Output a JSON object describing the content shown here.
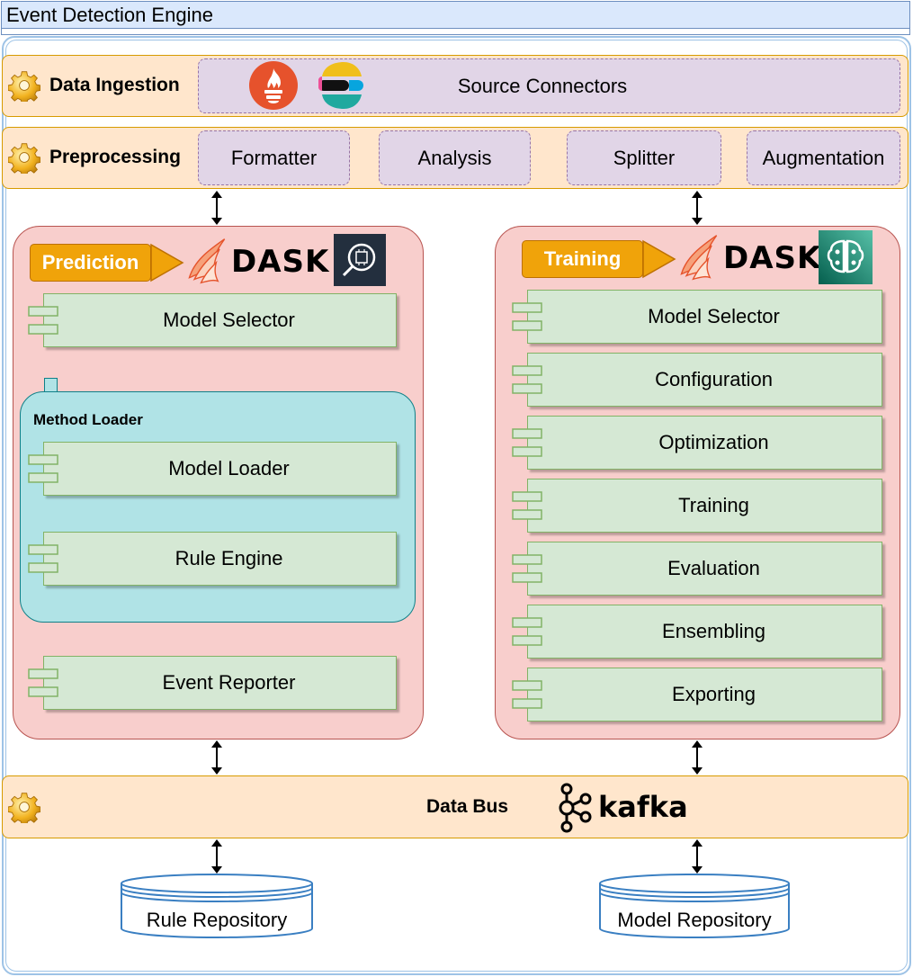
{
  "title": "Event Detection Engine",
  "ingestion": {
    "label": "Data Ingestion",
    "connectors": "Source Connectors"
  },
  "preprocessing": {
    "label": "Preprocessing",
    "steps": [
      "Formatter",
      "Analysis",
      "Splitter",
      "Augmentation"
    ]
  },
  "prediction": {
    "tag": "Prediction",
    "framework": "DASK",
    "model_selector": "Model Selector",
    "method_loader": {
      "label": "Method Loader",
      "model_loader": "Model Loader",
      "rule_engine": "Rule Engine"
    },
    "event_reporter": "Event Reporter"
  },
  "training": {
    "tag": "Training",
    "framework": "DASK",
    "stages": [
      "Model Selector",
      "Configuration",
      "Optimization",
      "Training",
      "Evaluation",
      "Ensembling",
      "Exporting"
    ]
  },
  "databus": {
    "label": "Data Bus",
    "broker": "kafka"
  },
  "repositories": {
    "rule": "Rule Repository",
    "model": "Model Repository"
  },
  "colors": {
    "band": "#ffe6cc",
    "panel": "#f8cecc",
    "component": "#d5e8d4",
    "loader": "#b0e3e6",
    "tag": "#f0a30a",
    "connector": "#e1d5e7"
  },
  "icons": [
    "gear-icon",
    "prometheus-icon",
    "elastic-icon",
    "dask-logo",
    "search-ai-icon",
    "brain-ai-icon",
    "kafka-icon",
    "database-icon",
    "arrow-bidirectional"
  ]
}
